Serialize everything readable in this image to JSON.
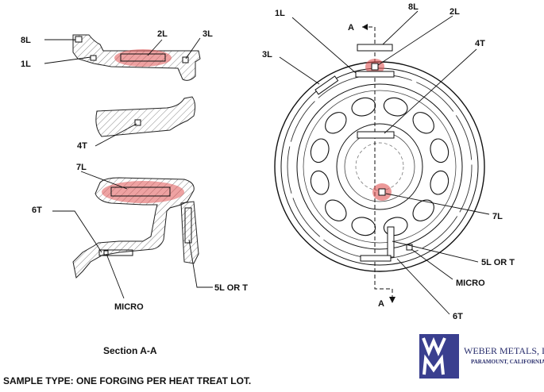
{
  "section_view": {
    "labels": {
      "l8": "8L",
      "l1": "1L",
      "l2": "2L",
      "l3": "3L",
      "t4": "4T",
      "l7": "7L",
      "t6": "6T",
      "micro": "MICRO",
      "l5": "5L OR T"
    },
    "caption": "Section A-A"
  },
  "wheel_view": {
    "labels": {
      "l1": "1L",
      "l8": "8L",
      "l2": "2L",
      "l3": "3L",
      "t4": "4T",
      "l7": "7L",
      "l5": "5L OR T",
      "micro": "MICRO",
      "t6": "6T",
      "a_top": "A",
      "a_bottom": "A"
    }
  },
  "note": "SAMPLE TYPE:  ONE FORGING PER HEAT TREAT LOT.",
  "logo": {
    "mark": "WM",
    "company": "WEBER METALS, INC.",
    "city": "PARAMOUNT, CALIFORNIA",
    "color": "#3a3f8f"
  },
  "highlight_color": "#e05555"
}
